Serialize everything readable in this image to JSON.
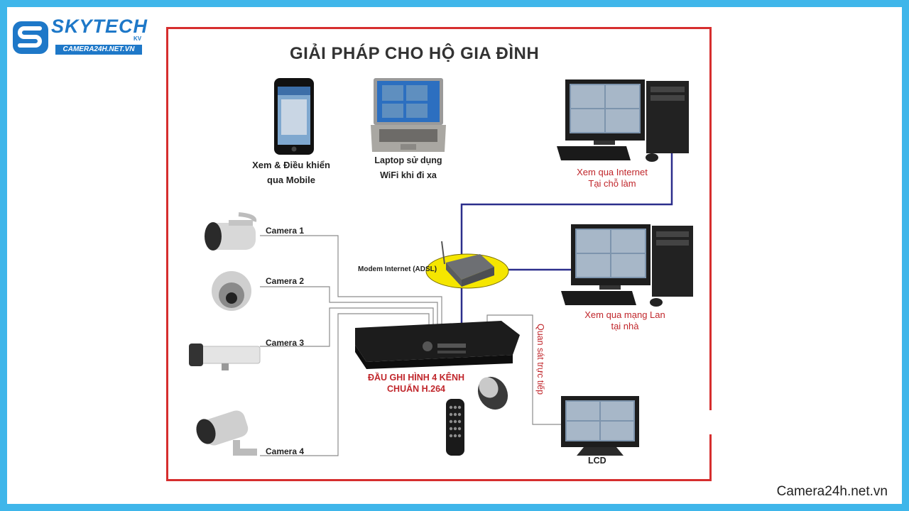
{
  "brand": {
    "logo_main": "SKYTECH",
    "logo_sub": "CAMERA24H.NET.VN",
    "logo_kv": "KV",
    "footer_site": "Camera24h.net.vn"
  },
  "diagram": {
    "title": "GIẢI PHÁP CHO HỘ GIA ĐÌNH",
    "mobile_label_1": "Xem & Điều khiển",
    "mobile_label_2": "qua Mobile",
    "laptop_label_1": "Laptop sử dụng",
    "laptop_label_2": "WiFi khi đi xa",
    "pc_internet_label_1": "Xem qua Internet",
    "pc_internet_label_2": "Tại chỗ làm",
    "pc_lan_label_1": "Xem qua mạng Lan",
    "pc_lan_label_2": "tại nhà",
    "modem_label": "Modem Internet (ADSL)",
    "camera_1": "Camera 1",
    "camera_2": "Camera 2",
    "camera_3": "Camera 3",
    "camera_4": "Camera 4",
    "dvr_label_1": "ĐẦU GHI HÌNH 4 KÊNH",
    "dvr_label_2": "CHUẨN H.264",
    "live_view_label": "Quan sát trực tiếp",
    "lcd_label": "LCD"
  },
  "colors": {
    "frame_red": "#d62e2e",
    "network_line": "#2c2e8c",
    "cable_gray": "#8c8c8c",
    "accent_red_text": "#c0262b",
    "brand_blue": "#1e78c8",
    "border_blue": "#3fb6ea"
  }
}
